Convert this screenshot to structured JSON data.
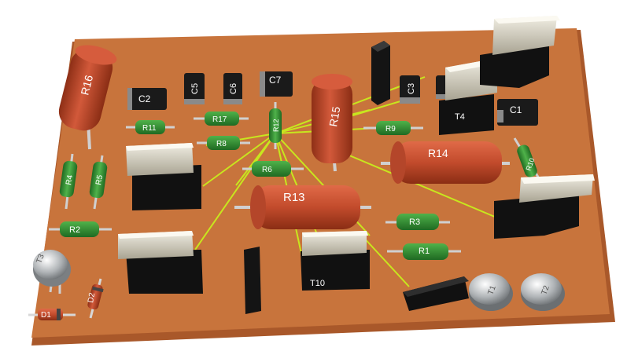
{
  "board": {
    "pcb_color": "#c8743c",
    "edge_color": "#a9582a",
    "trace_color": "#c8e61e"
  },
  "labels": {
    "r1": "R1",
    "r2": "R2",
    "r3": "R3",
    "r4": "R4",
    "r5": "R5",
    "r6": "R6",
    "r8": "R8",
    "r9": "R9",
    "r10": "R10",
    "r11": "R11",
    "r12": "R12",
    "r13": "R13",
    "r14": "R14",
    "r15": "R15",
    "r16": "R16",
    "r17": "R17",
    "c1": "C1",
    "c2": "C2",
    "c3": "C3",
    "c5": "C5",
    "c6": "C6",
    "c7": "C7",
    "d1": "D1",
    "d2": "D2",
    "t1": "T1",
    "t2": "T2",
    "t3": "T3",
    "t4": "T4",
    "t10": "T10"
  }
}
